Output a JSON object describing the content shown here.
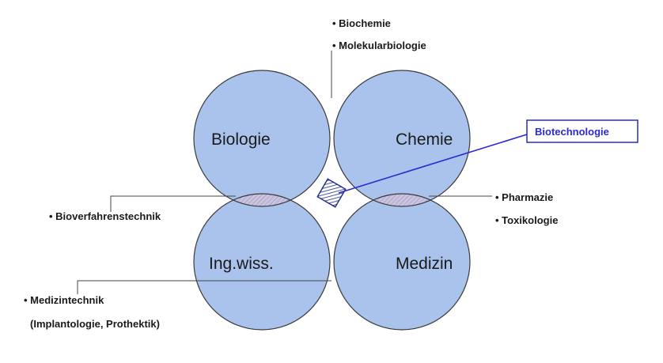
{
  "circles": {
    "biologie": "Biologie",
    "chemie": "Chemie",
    "ingwiss": "Ing.wiss.",
    "medizin": "Medizin"
  },
  "annotations": {
    "top": [
      "• Biochemie",
      "• Molekularbiologie"
    ],
    "left": "• Bioverfahrenstechnik",
    "right": [
      "• Pharmazie",
      "• Toxikologie"
    ],
    "bottom_left": [
      "• Medizintechnik",
      "(Implantologie, Prothektik)"
    ]
  },
  "callout": {
    "label": "Biotechnologie"
  },
  "colors": {
    "circle_fill": "#a9c3ec",
    "circle_stroke": "#3b3b3b",
    "overlap_fill": "#c8c0de",
    "hatch": "#8a8aa8",
    "callout_blue": "#2a2ad0",
    "leader_line": "#444444"
  }
}
